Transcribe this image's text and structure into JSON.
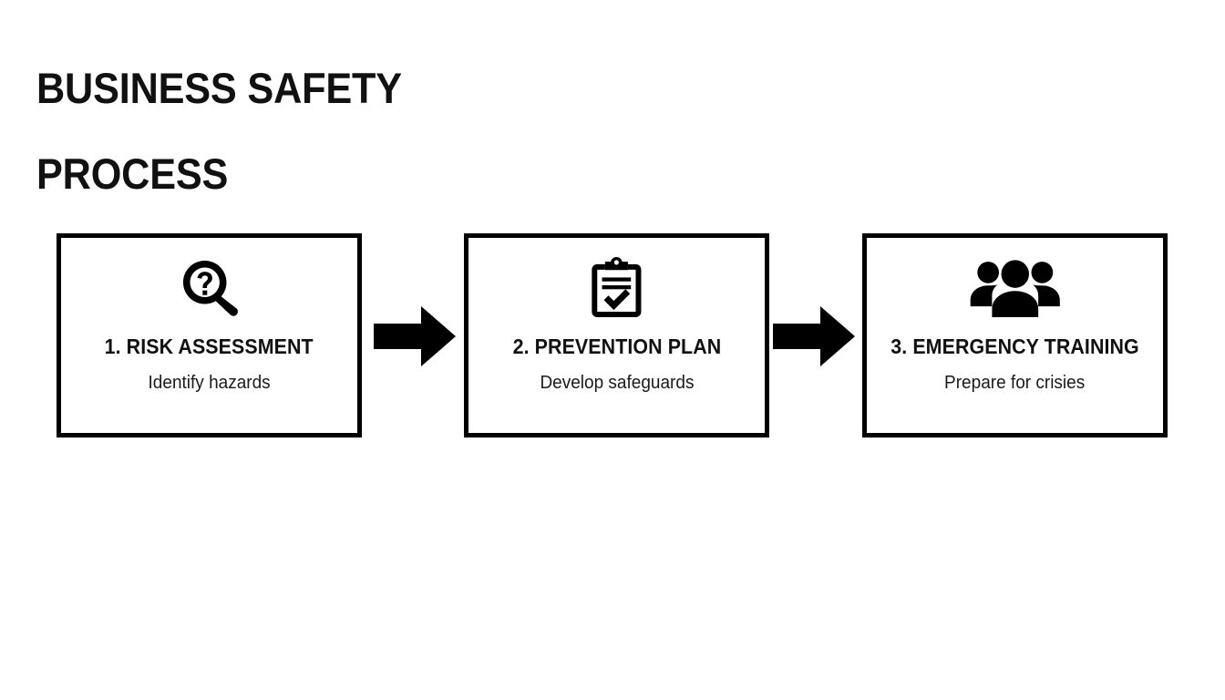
{
  "slide": {
    "background_color": "#ffffff",
    "ink_color": "#000000",
    "title_lines": [
      "BUSINESS SAFETY",
      "PROCESS"
    ],
    "title_text": "BUSINESS SAFETY PROCESS"
  },
  "flow": {
    "arrow_icon_name": "arrow-right-icon",
    "arrow_count": 2,
    "steps": [
      {
        "number": "1",
        "title": "1. RISK ASSESSMENT",
        "subtitle": "Identify hazards",
        "icon": "magnifier-question-icon"
      },
      {
        "number": "2",
        "title": "2. PREVENTION PLAN",
        "subtitle": "Develop safeguards",
        "icon": "clipboard-check-icon"
      },
      {
        "number": "3",
        "title": "3. EMERGENCY TRAINING",
        "subtitle": "Prepare for crisies",
        "icon": "people-group-icon"
      }
    ]
  }
}
